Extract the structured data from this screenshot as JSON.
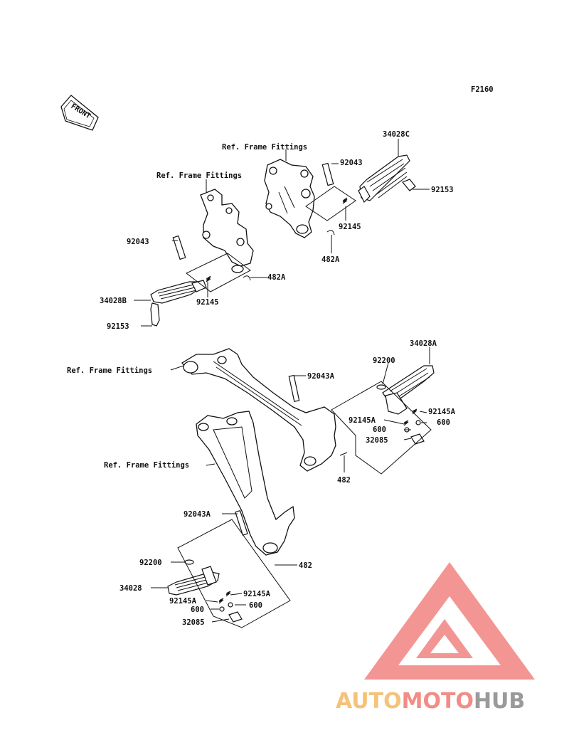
{
  "figure_code": "F2160",
  "front_tag": "FRONT",
  "labels": {
    "ref_upper_right": "Ref. Frame Fittings",
    "ref_upper_left": "Ref. Frame Fittings",
    "ref_lower_top": "Ref. Frame Fittings",
    "ref_lower_bottom": "Ref. Frame Fittings",
    "p34028C": "34028C",
    "p92043_ur": "92043",
    "p92153_ur": "92153",
    "p92145_ur": "92145",
    "p482A_ur": "482A",
    "p92043_ul": "92043",
    "p482A_ul": "482A",
    "p34028B": "34028B",
    "p92145_ul": "92145",
    "p92153_ul": "92153",
    "p34028A": "34028A",
    "p92200_r": "92200",
    "p92043A_r": "92043A",
    "p92145A_rl": "92145A",
    "p92145A_rr": "92145A",
    "p600_rl": "600",
    "p600_rr": "600",
    "p32085_r": "32085",
    "p482_r": "482",
    "p92043A_l": "92043A",
    "p92200_l": "92200",
    "p482_l": "482",
    "p34028": "34028",
    "p92145A_ll": "92145A",
    "p92145A_lr": "92145A",
    "p600_ll": "600",
    "p600_lr": "600",
    "p32085_l": "32085"
  },
  "watermark": {
    "part1": "AUTO",
    "part2": "MOTO",
    "part3": "HUB",
    "color1": "#f6c27a",
    "color2": "#f28c86",
    "color3": "#9a9a9a",
    "logo_color": "#f07c78"
  }
}
